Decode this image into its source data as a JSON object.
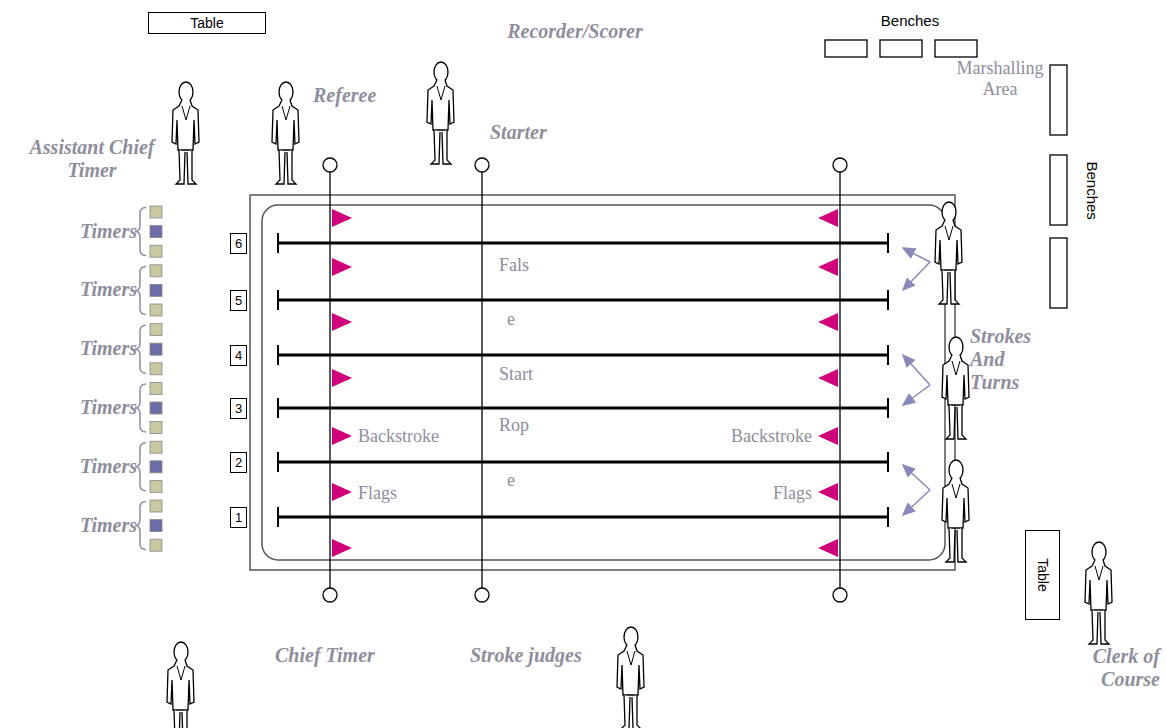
{
  "diagram": {
    "nodes": [
      {
        "text": [
          "Table"
        ]
      },
      {
        "text": [
          "6"
        ]
      },
      {
        "text": [
          "5"
        ]
      },
      {
        "text": [
          "4"
        ]
      },
      {
        "text": [
          "3"
        ]
      },
      {
        "text": [
          "2"
        ]
      },
      {
        "text": [
          "1"
        ]
      },
      {
        "text": [
          "Table"
        ]
      }
    ],
    "labels": [
      "Recorder/Scorer",
      "Benches",
      "Referee",
      "Starter",
      "Marshalling Area",
      "Benches",
      "Assistant Chief Timer",
      "Timers",
      "Timers",
      "Timers",
      "Timers",
      "Timers",
      "Timers",
      "Fals",
      "e",
      "Start",
      "Rop",
      "e",
      "Backstroke",
      "Backstroke",
      "Flags",
      "Flags",
      "Strokes And Turns",
      "Chief Timer",
      "Stroke judges",
      "Clerk of Course"
    ]
  }
}
